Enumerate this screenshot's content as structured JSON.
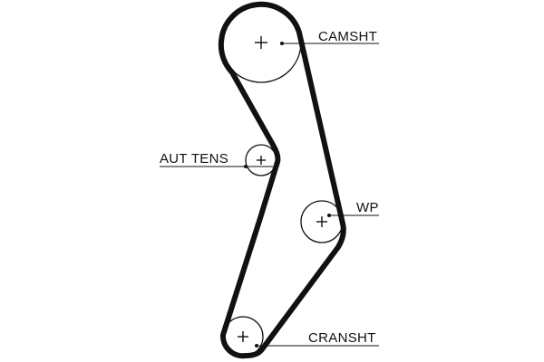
{
  "labels": {
    "camshaft": "CAMSHT",
    "auto_tensioner": "AUT TENS",
    "water_pump": "WP",
    "crankshaft": "CRANSHT"
  },
  "colors": {
    "belt": "#111111",
    "pulley": "#111111",
    "background": "#ffffff"
  }
}
